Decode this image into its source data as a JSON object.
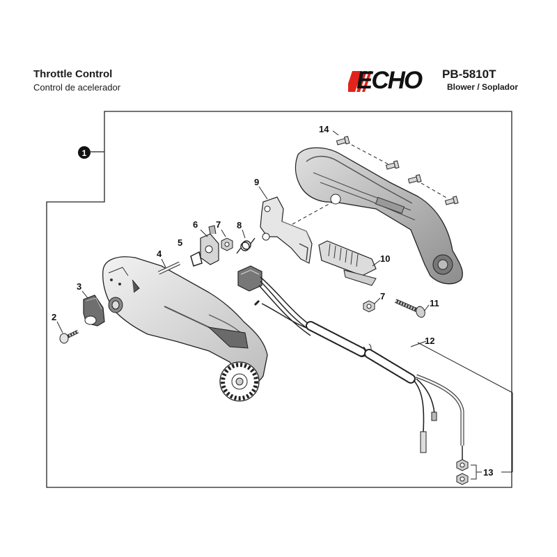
{
  "header": {
    "title": "Throttle Control",
    "subtitle": "Control de acelerador",
    "brand": "ECHO",
    "model": "PB-5810T",
    "model_subtitle": "Blower / Soplador"
  },
  "assembly_marker": "1",
  "callouts": {
    "c2": "2",
    "c3": "3",
    "c4": "4",
    "c5": "5",
    "c6": "6",
    "c7a": "7",
    "c8": "8",
    "c9": "9",
    "c10": "10",
    "c7b": "7",
    "c11": "11",
    "c12": "12",
    "c13": "13",
    "c14": "14"
  },
  "colors": {
    "brand_red": "#e2231a",
    "line": "#222222",
    "part_fill": "#e9e9e9"
  }
}
